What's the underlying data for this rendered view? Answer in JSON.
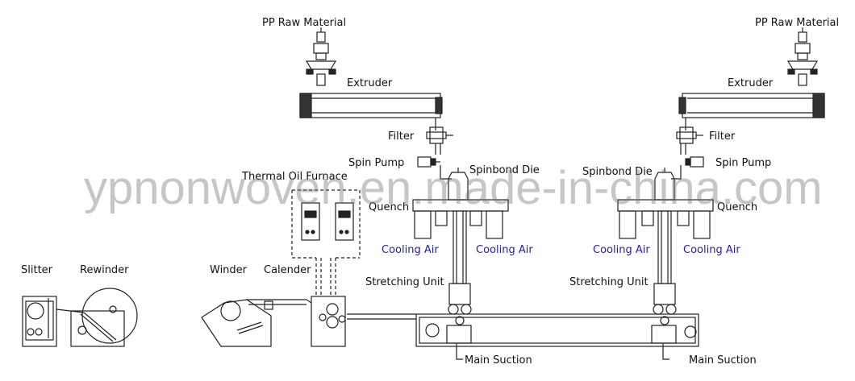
{
  "labels": {
    "pp_raw_left": "PP Raw Material",
    "pp_raw_right": "PP Raw Material",
    "extruder_left": "Extruder",
    "extruder_right": "Extruder",
    "filter_left": "Filter",
    "filter_right": "Filter",
    "spin_pump_left": "Spin Pump",
    "spin_pump_right": "Spin Pump",
    "spinbond_die_left": "Spinbond Die",
    "spinbond_die_right": "Spinbond Die",
    "thermal_oil_furnace": "Thermal Oil Furnace",
    "quench_left": "Quench",
    "quench_right": "Quench",
    "cooling_air_1": "Cooling Air",
    "cooling_air_2": "Cooling Air",
    "cooling_air_3": "Cooling Air",
    "cooling_air_4": "Cooling Air",
    "slitter": "Slitter",
    "rewinder": "Rewinder",
    "winder": "Winder",
    "calender": "Calender",
    "stretching_unit_left": "Stretching Unit",
    "stretching_unit_right": "Stretching Unit",
    "main_suction_left": "Main Suction",
    "main_suction_right": "Main Suction"
  },
  "watermark": "ypnonwoven.en.made-in-china.com",
  "colors": {
    "line": "#222222",
    "cooling_air": "#1d1db8",
    "watermark": "#787878"
  }
}
